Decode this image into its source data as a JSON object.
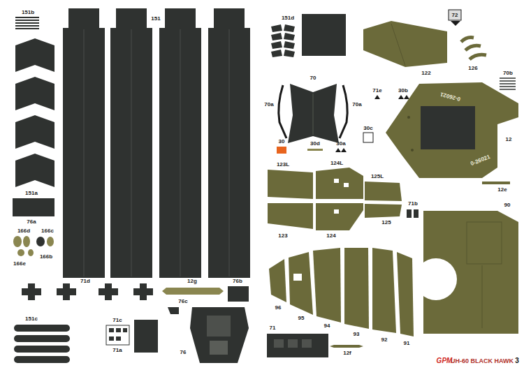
{
  "diagram": {
    "labels": [
      "151b",
      "151",
      "151a",
      "76a",
      "166d",
      "166c",
      "166e",
      "166b",
      "71d",
      "12g",
      "76b",
      "151c",
      "71c",
      "71a",
      "76c",
      "76",
      "151d",
      "72",
      "70",
      "70a",
      "70a",
      "71e",
      "30b",
      "30c",
      "30",
      "30d",
      "30a",
      "122",
      "126",
      "70b",
      "12",
      "12e",
      "123L",
      "124L",
      "125L",
      "123",
      "124",
      "125",
      "71b",
      "90",
      "96",
      "95",
      "94",
      "93",
      "92",
      "91",
      "71",
      "12f",
      "GPM",
      "UH-60 BLACK HAWK",
      "3",
      "0-26021",
      "0-26021"
    ]
  }
}
